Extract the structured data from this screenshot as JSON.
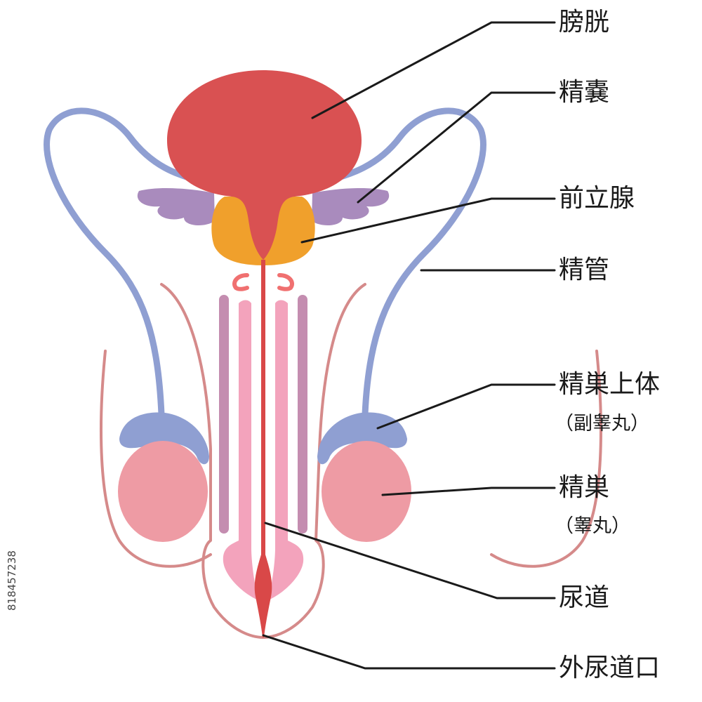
{
  "labels": {
    "bladder": "膀胱",
    "seminal_vesicle": "精嚢",
    "prostate": "前立腺",
    "vas_deferens": "精管",
    "epididymis": "精巣上体",
    "epididymis_alt": "（副睾丸）",
    "testis": "精巣",
    "testis_alt": "（睾丸）",
    "urethra": "尿道",
    "external_urethral_orifice": "外尿道口"
  },
  "stock_id": "818457238",
  "colors": {
    "bladder": "#d95152",
    "seminal_vesicle": "#a98bbd",
    "prostate": "#f0a02c",
    "vas_deferens": "#8f9fd2",
    "testis": "#ee9ba4",
    "erectile_outer": "#c48db0",
    "erectile_inner": "#f3a3bc",
    "outline": "#d58a8a",
    "leader_line": "#1a1a1a"
  }
}
